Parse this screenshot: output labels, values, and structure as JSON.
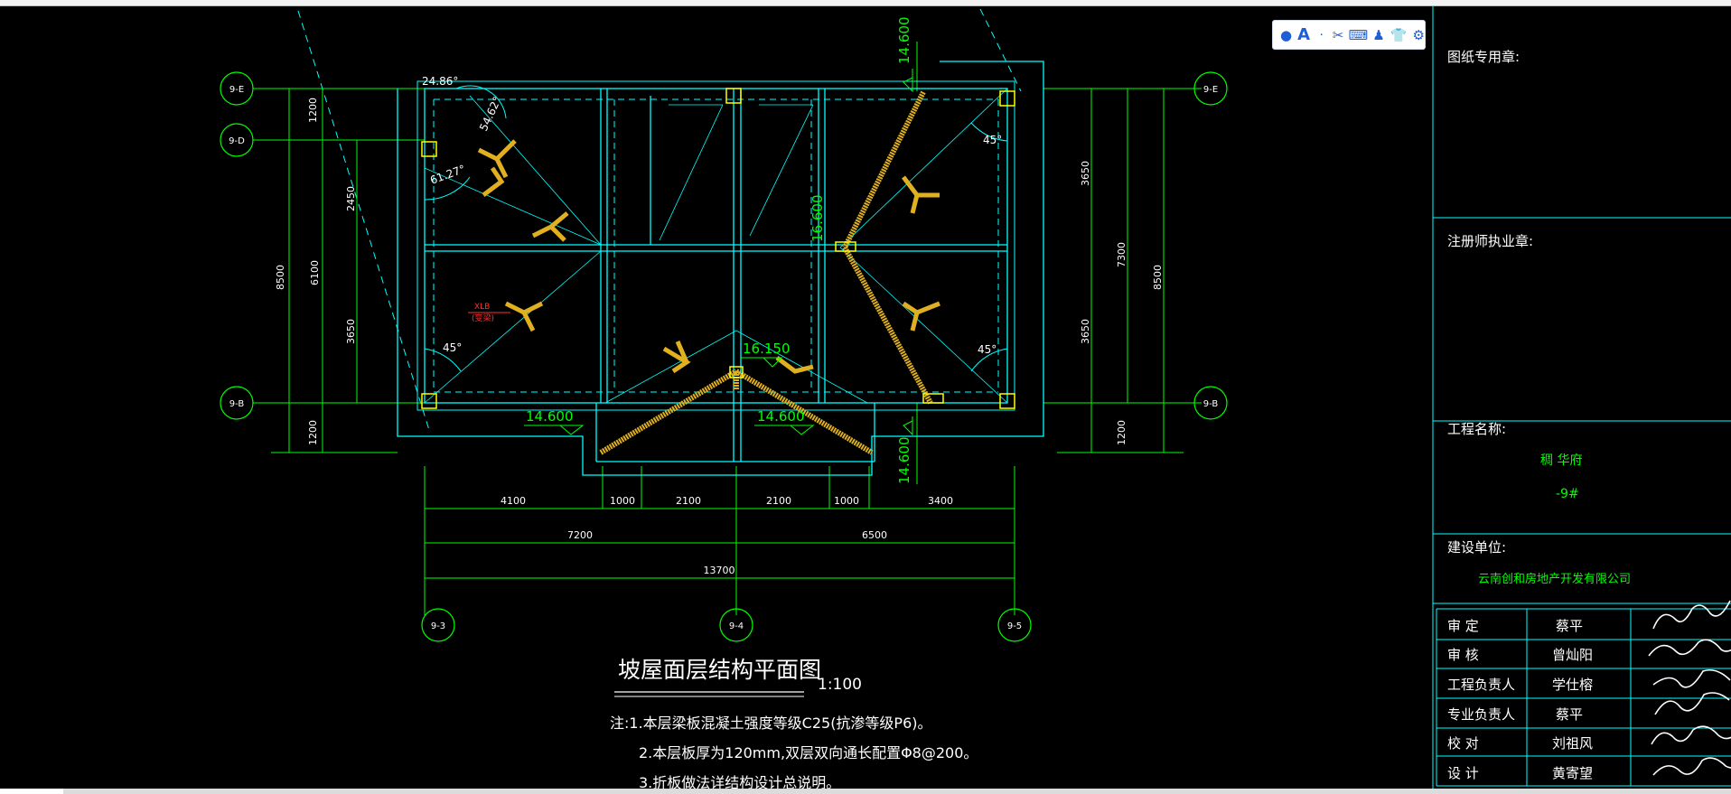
{
  "toolbar": {
    "buttons": [
      {
        "icon": "user-icon",
        "glyph": "●"
      },
      {
        "icon": "text-icon",
        "glyph": "A"
      },
      {
        "icon": "link-icon",
        "glyph": "ᐧ"
      },
      {
        "icon": "scissors-icon",
        "glyph": "✂"
      },
      {
        "icon": "keyboard-icon",
        "glyph": "⌨"
      },
      {
        "icon": "person-icon",
        "glyph": "♟"
      },
      {
        "icon": "shirt-icon",
        "glyph": "👕"
      },
      {
        "icon": "settings-icon",
        "glyph": "⚙"
      }
    ]
  },
  "grid_bubbles": {
    "left": [
      "9-E",
      "9-D",
      "9-B"
    ],
    "right": [
      "9-E",
      "9-B"
    ],
    "bottom": [
      "9-3",
      "9-4",
      "9-5"
    ]
  },
  "elevations": {
    "top": "14.600",
    "mid_left": "14.600",
    "ridge": "16.150",
    "mid_right": "14.600",
    "bottom_right": "14.600",
    "vertical_mid": "16.600"
  },
  "angles": [
    "24.86°",
    "54.62°",
    "61.27°",
    "45°",
    "45°",
    "45°"
  ],
  "small_label": {
    "line1": "XLB",
    "line2": "(变梁)"
  },
  "dims_left": [
    "1200",
    "2450",
    "3650",
    "6100",
    "8500",
    "1200"
  ],
  "dims_right": [
    "3650",
    "3650",
    "7300",
    "8500",
    "1200"
  ],
  "dims_bottom_row1": [
    "4100",
    "1000",
    "2100",
    "2100",
    "1000",
    "3400"
  ],
  "dims_bottom_row2": [
    "7200",
    "6500"
  ],
  "dims_bottom_total": "13700",
  "drawing_title": "坡屋面层结构平面图",
  "drawing_scale": "1:100",
  "notes": [
    "注:1.本层梁板混凝土强度等级C25(抗渗等级P6)。",
    "2.本层板厚为120mm,双层双向通长配置Φ8@200。",
    "3.折板做法详结构设计总说明。"
  ],
  "title_block": {
    "seal_label": "图纸专用章:",
    "engineer_seal_label": "注册师执业章:",
    "project_name_label": "工程名称:",
    "project_name_value": "稠 华府",
    "project_sub_value": "-9#",
    "client_label": "建设单位:",
    "client_value": "云南创和房地产开发有限公司",
    "signoff": [
      {
        "role": "审    定",
        "name": "蔡平"
      },
      {
        "role": "审    核",
        "name": "曾灿阳"
      },
      {
        "role": "工程负责人",
        "name": "学仕榕"
      },
      {
        "role": "专业负责人",
        "name": "蔡平"
      },
      {
        "role": "校    对",
        "name": "刘祖风"
      },
      {
        "role": "设    计",
        "name": "黄寄望"
      }
    ]
  },
  "colors": {
    "background": "#000000",
    "grid_lines": "#00ff00",
    "walls": "#00ffff",
    "beams": "#e0b020",
    "columns": "#ffff00",
    "text_white": "#ffffff",
    "red_label": "#ff3030",
    "toolbar_icon": "#1f5fd6"
  }
}
